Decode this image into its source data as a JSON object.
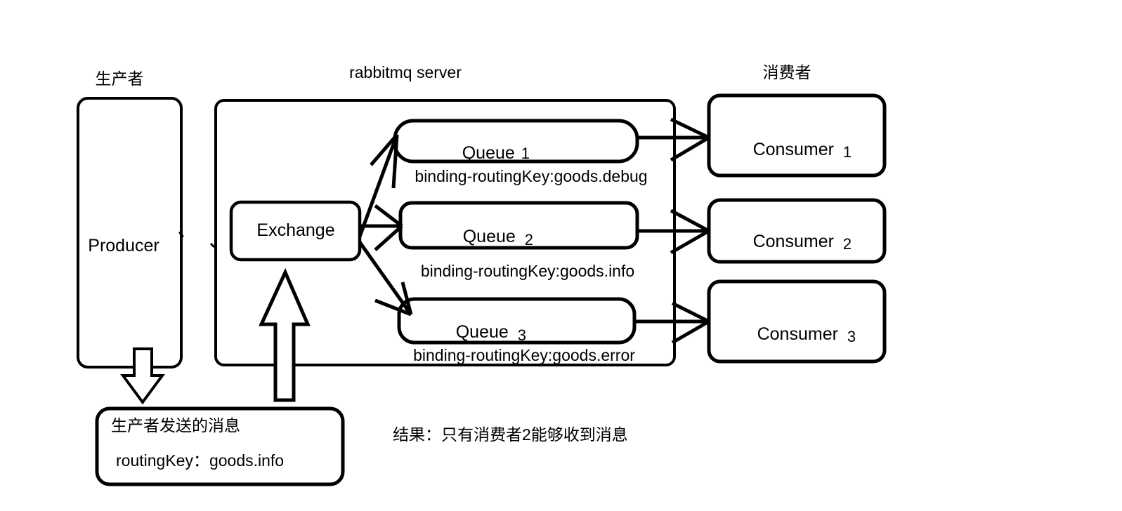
{
  "diagram": {
    "title_producer_group": "生产者",
    "title_server_group": "rabbitmq server",
    "title_consumer_group": "消费者"
  },
  "producer": {
    "label": "Producer"
  },
  "exchange": {
    "label": "Exchange"
  },
  "queues": [
    {
      "label": "Queue",
      "number": "1",
      "binding": "binding-routingKey:goods.debug"
    },
    {
      "label": "Queue",
      "number": "2",
      "binding": "binding-routingKey:goods.info"
    },
    {
      "label": "Queue",
      "number": "3",
      "binding": "binding-routingKey:goods.error"
    }
  ],
  "consumers": [
    {
      "label": "Consumer",
      "number": "1"
    },
    {
      "label": "Consumer",
      "number": "2"
    },
    {
      "label": "Consumer",
      "number": "3"
    }
  ],
  "message_box": {
    "line1": "生产者发送的消息",
    "line2": "routingKey：goods.info"
  },
  "result": {
    "text": "结果：只有消费者2能够收到消息"
  },
  "colors": {
    "stroke": "#000000",
    "text": "#000000",
    "background": "#ffffff"
  }
}
